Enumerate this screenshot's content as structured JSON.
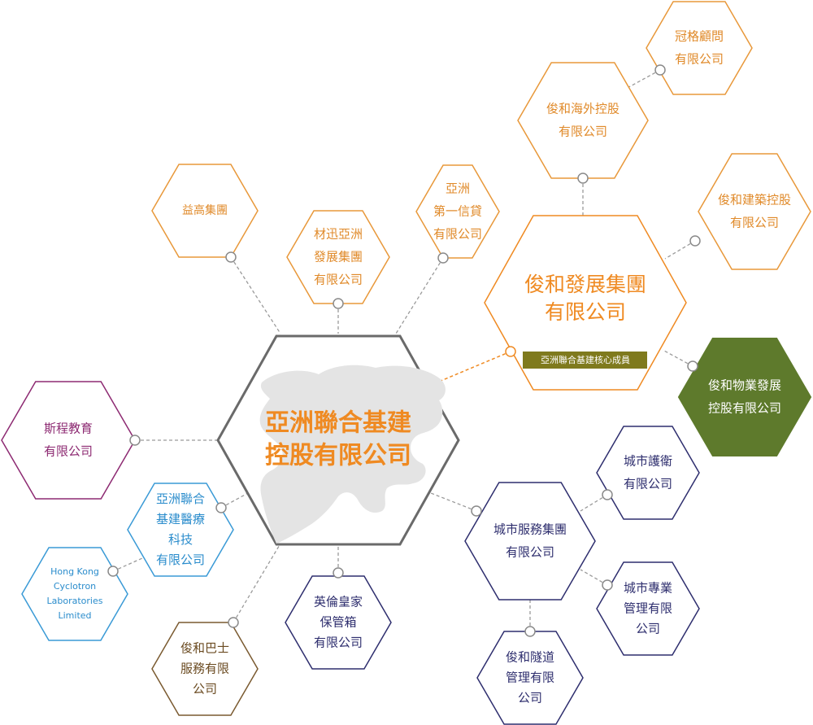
{
  "center": {
    "name": "亞洲聯合基建控股有限公司",
    "lines": [
      "亞洲聯合基建",
      "控股有限公司"
    ],
    "color": "#ef8a22",
    "border": "#6a6a6a"
  },
  "core_group": {
    "name": "俊和發展集團有限公司",
    "lines": [
      "俊和發展集團",
      "有限公司"
    ],
    "badge": "亞洲聯合基建核心成員",
    "color": "#ef8a22",
    "badge_color": "#7f7a1d"
  },
  "nodes": [
    {
      "id": "yiko",
      "lines": [
        "益高集團"
      ],
      "color": "#e8983a",
      "text_color": "#e08a2a"
    },
    {
      "id": "caixun",
      "lines": [
        "材迅亞洲",
        "發展集團",
        "有限公司"
      ],
      "color": "#e8983a",
      "text_color": "#e08a2a"
    },
    {
      "id": "dyx",
      "lines": [
        "亞洲",
        "第一信貸",
        "有限公司"
      ],
      "color": "#e8983a",
      "text_color": "#e08a2a"
    },
    {
      "id": "overseas",
      "lines": [
        "俊和海外控股",
        "有限公司"
      ],
      "color": "#e8983a",
      "text_color": "#e08a2a"
    },
    {
      "id": "guange",
      "lines": [
        "冠格顧問",
        "有限公司"
      ],
      "color": "#e8983a",
      "text_color": "#e08a2a"
    },
    {
      "id": "construct",
      "lines": [
        "俊和建築控股",
        "有限公司"
      ],
      "color": "#e8983a",
      "text_color": "#e08a2a"
    },
    {
      "id": "property",
      "lines": [
        "俊和物業發展",
        "控股有限公司"
      ],
      "color": "#5e7a2c",
      "text_color": "#ffffff",
      "filled": true
    },
    {
      "id": "sicheng",
      "lines": [
        "斯程教育",
        "有限公司"
      ],
      "color": "#8d2a72",
      "text_color": "#8d2a72"
    },
    {
      "id": "medical",
      "lines": [
        "亞洲聯合",
        "基建醫療",
        "科技",
        "有限公司"
      ],
      "color": "#3a9ad6",
      "text_color": "#2a8ccc"
    },
    {
      "id": "cyclotron",
      "lines": [
        "Hong Kong",
        "Cyclotron",
        "Laboratories",
        "Limited"
      ],
      "color": "#3a9ad6",
      "text_color": "#2a8ccc"
    },
    {
      "id": "bus",
      "lines": [
        "俊和巴士",
        "服務有限",
        "公司"
      ],
      "color": "#7a5a30",
      "text_color": "#6a4a20"
    },
    {
      "id": "vault",
      "lines": [
        "英倫皇家",
        "保管箱",
        "有限公司"
      ],
      "color": "#2e2e6e",
      "text_color": "#2e2e6e"
    },
    {
      "id": "cityserv",
      "lines": [
        "城市服務集團",
        "有限公司"
      ],
      "color": "#2e2e6e",
      "text_color": "#2e2e6e"
    },
    {
      "id": "guard",
      "lines": [
        "城市護衛",
        "有限公司"
      ],
      "color": "#2e2e6e",
      "text_color": "#2e2e6e"
    },
    {
      "id": "mgmt",
      "lines": [
        "城市專業",
        "管理有限",
        "公司"
      ],
      "color": "#2e2e6e",
      "text_color": "#2e2e6e"
    },
    {
      "id": "tunnel",
      "lines": [
        "俊和隧道",
        "管理有限",
        "公司"
      ],
      "color": "#2e2e6e",
      "text_color": "#2e2e6e"
    }
  ]
}
